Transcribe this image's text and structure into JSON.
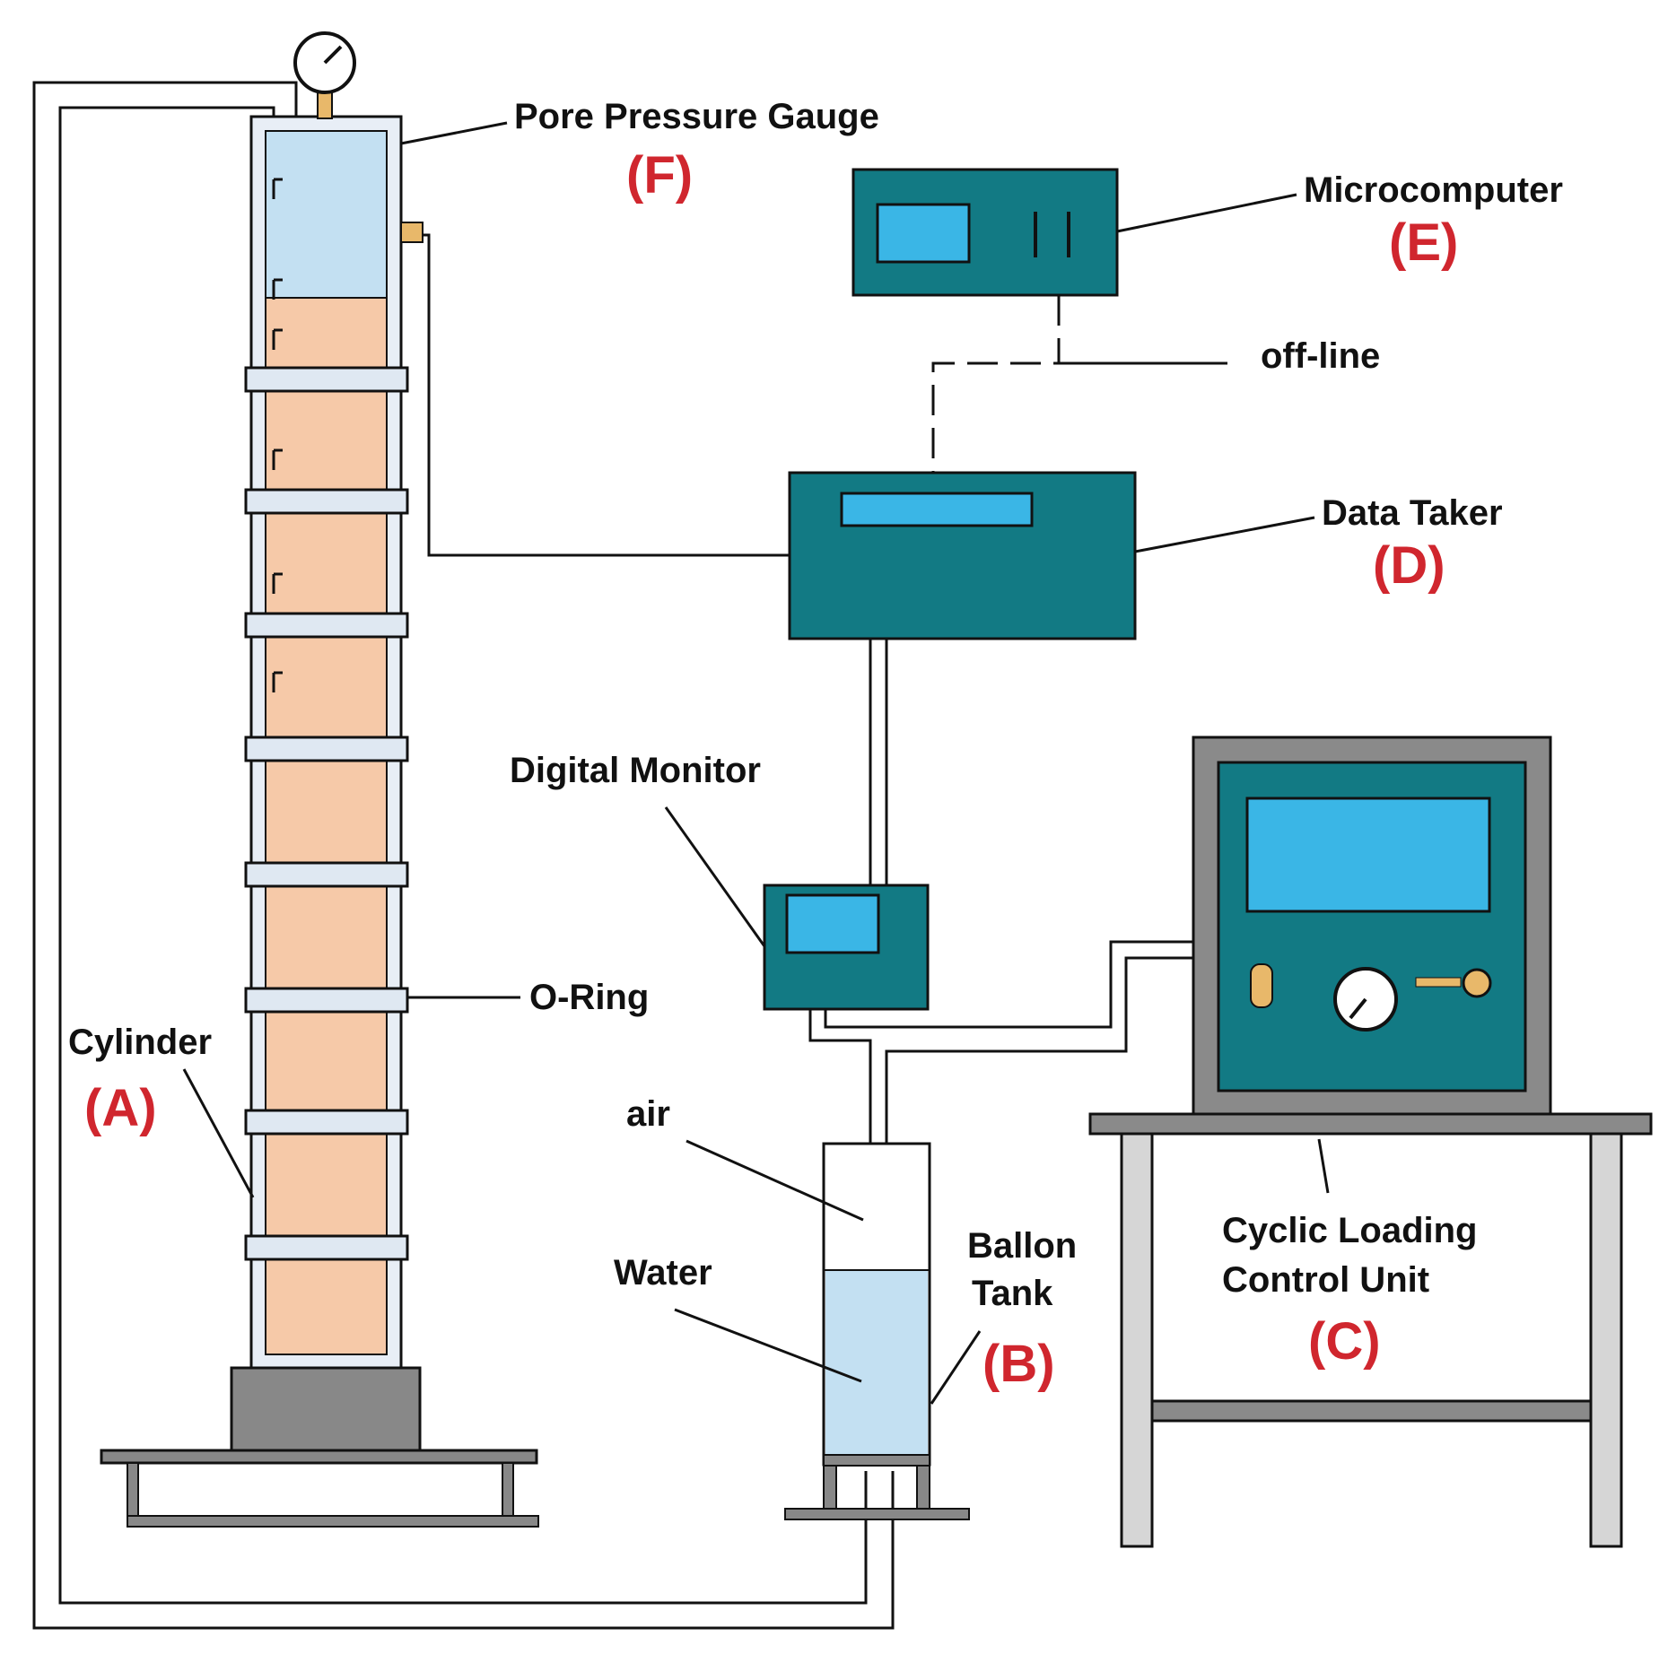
{
  "labels": {
    "pore_pressure_gauge": "Pore Pressure Gauge",
    "tag_f": "(F)",
    "microcomputer": "Microcomputer",
    "tag_e": "(E)",
    "off_line": "off-line",
    "data_taker": "Data Taker",
    "tag_d": "(D)",
    "digital_monitor": "Digital Monitor",
    "o_ring": "O-Ring",
    "cylinder": "Cylinder",
    "tag_a": "(A)",
    "air": "air",
    "water": "Water",
    "ballon": "Ballon",
    "tank": "Tank",
    "tag_b": "(B)",
    "cyclic_loading": "Cyclic Loading",
    "control_unit": "Control Unit",
    "tag_c": "(C)"
  },
  "colors": {
    "tag_red": "#d0262e",
    "teal": "#127a84",
    "screen_blue": "#3ab6e6",
    "water_blue": "#c3e0f2",
    "soil": "#f6c9a8",
    "brass": "#e8b86a",
    "base_gray": "#888888"
  }
}
